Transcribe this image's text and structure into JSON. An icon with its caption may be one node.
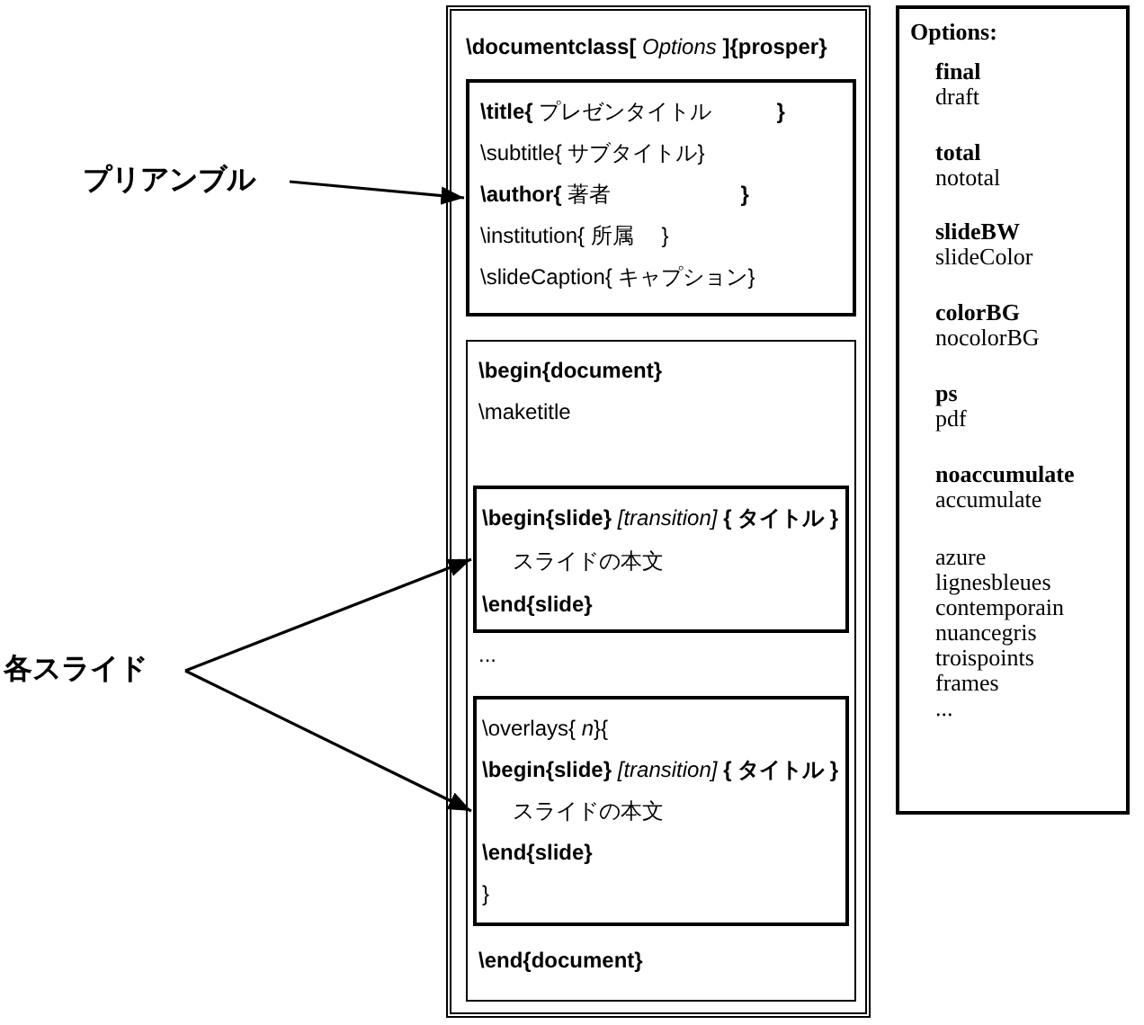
{
  "diagram": {
    "nodes": [
      {
        "text": [
          "**\\documentclass[** *Options* **]{prosper}**"
        ]
      },
      {
        "text": [
          "**\\title{**  プレゼンタイトル　　　**}**",
          "\\subtitle{ サブタイトル}",
          "**\\author{**  著者　　　　　　**}**",
          "\\institution{  所属　 }",
          "\\slideCaption{ キャプション}"
        ],
        "in": 0
      },
      {
        "text": [
          "**\\begin{document}**",
          "\\maketitle",
          "...",
          "**\\end{document}**"
        ],
        "in": 0
      },
      {
        "text": [
          "**\\begin{slide}** *[transition]* **{ タイトル }**",
          "スライドの本文",
          "**\\end{slide}**"
        ],
        "in": 2
      },
      {
        "text": [
          "\\overlays{ *n*}{",
          "**\\begin{slide}** *[transition]* **{ タイトル }**",
          "スライドの本文",
          "**\\end{slide}**",
          "}"
        ],
        "in": 2
      },
      {
        "text": [
          "Options:",
          "**final** draft",
          "**total** nototal",
          "**slideBW** slideColor",
          "**colorBG** nocolorBG",
          "**ps** pdf",
          "**noaccumulate** accumulate",
          "azure lignesbleues contemporain nuancegris troispoints frames ..."
        ]
      },
      {
        "text": [
          "プリアンブル"
        ]
      },
      {
        "text": [
          "各スライド"
        ]
      }
    ],
    "edges": [
      {
        "from": 6,
        "to": 1,
        "arrow": "to"
      },
      {
        "from": 7,
        "to": 3,
        "arrow": "to"
      },
      {
        "from": 7,
        "to": 4,
        "arrow": "to"
      }
    ]
  }
}
